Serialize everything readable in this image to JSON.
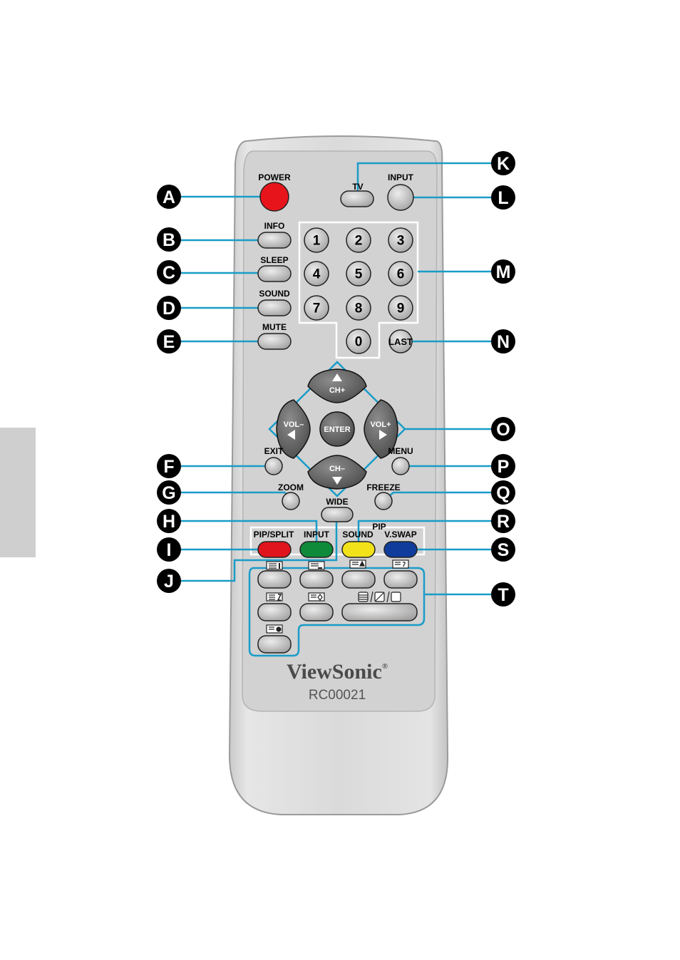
{
  "remote": {
    "brand": "ViewSonic",
    "brand_mark": "®",
    "model": "RC00021",
    "buttons": {
      "power": "POWER",
      "tv": "TV",
      "input": "INPUT",
      "info": "INFO",
      "sleep": "SLEEP",
      "sound": "SOUND",
      "mute": "MUTE",
      "digits": [
        "1",
        "2",
        "3",
        "4",
        "5",
        "6",
        "7",
        "8",
        "9",
        "0"
      ],
      "last": "LAST",
      "ch_up": "CH+",
      "ch_down": "CH–",
      "vol_down": "VOL–",
      "vol_up": "VOL+",
      "enter": "ENTER",
      "exit": "EXIT",
      "menu": "MENU",
      "zoom": "ZOOM",
      "freeze": "FREEZE",
      "wide": "WIDE",
      "pip_split": "PIP/SPLIT",
      "pip_input": "INPUT",
      "pip_sound": "SOUND",
      "pip_heading": "PIP",
      "pip_vswap": "V.SWAP"
    },
    "colors": {
      "power": "#e8141c",
      "red": "#e0141c",
      "green": "#0e8a3a",
      "yellow": "#f2e21a",
      "blue": "#103c9c",
      "callout_line": "#1a9cc8",
      "body": "#dcdcdc"
    }
  },
  "callouts": [
    "A",
    "B",
    "C",
    "D",
    "E",
    "F",
    "G",
    "H",
    "I",
    "J",
    "K",
    "L",
    "M",
    "N",
    "O",
    "P",
    "Q",
    "R",
    "S",
    "T"
  ]
}
